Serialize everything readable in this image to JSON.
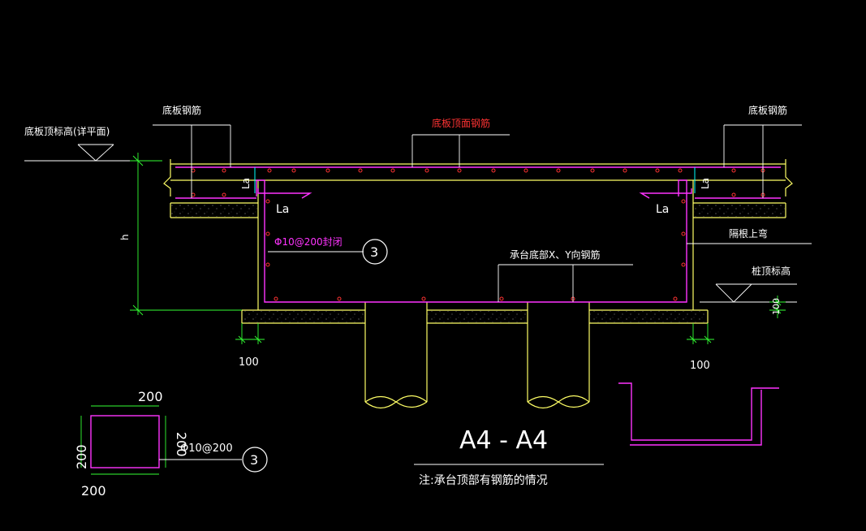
{
  "drawing": {
    "section_title": "A4 - A4",
    "note": "注:承台顶部有钢筋的情况",
    "colors": {
      "background": "#000000",
      "concrete": "#ffff66",
      "rebar": "#ff33ff",
      "dots": "#ff3333",
      "leader": "#ffffff",
      "dim": "#33ff33",
      "cyan": "#00ffff",
      "red_label": "#ff3333"
    },
    "labels": {
      "slab_top_elev": "底板顶标高(详平面)",
      "slab_rebar_left": "底板钢筋",
      "slab_rebar_right": "底板钢筋",
      "slab_top_rebar": "底板顶面钢筋",
      "la_left_top": "La",
      "la_left": "La",
      "la_right_top": "La",
      "la_right": "La",
      "stirrup": "Φ10@200封闭",
      "stirrup_ref": "3",
      "cap_bottom_rebar": "承台底部X、Y向钢筋",
      "bend_up": "隔根上弯",
      "pile_top_elev": "桩顶标高",
      "h_dim": "h",
      "dim_100_left": "100",
      "dim_100_right": "100",
      "dim_100_vertical": "100"
    },
    "detail": {
      "dim_top": "200",
      "dim_right": "200",
      "dim_left": "200",
      "dim_bottom": "200",
      "rebar": "Φ10@200",
      "ref": "3"
    }
  }
}
